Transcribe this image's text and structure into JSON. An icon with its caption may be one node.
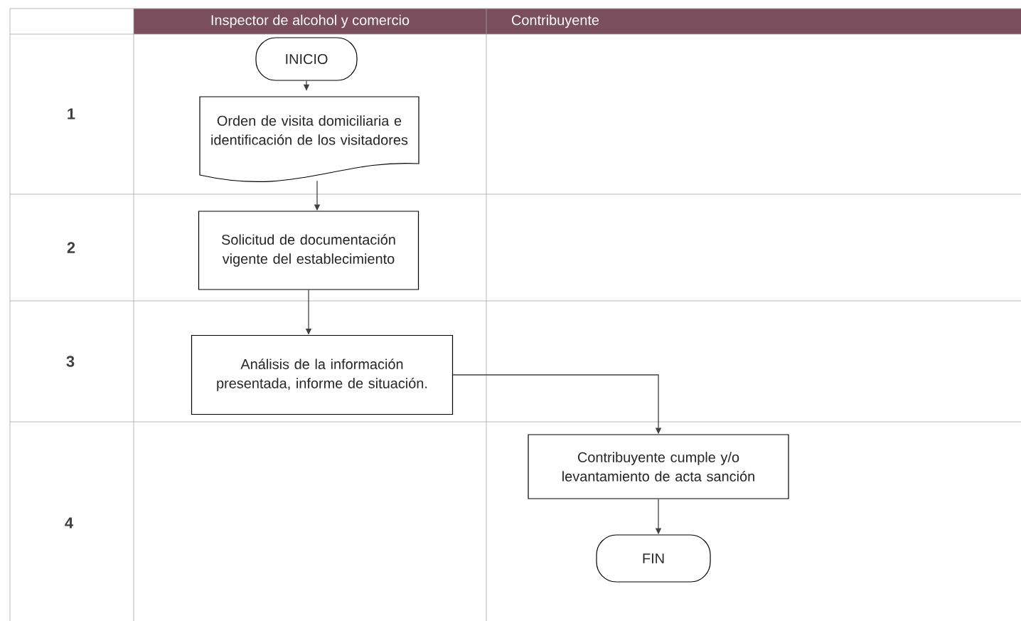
{
  "diagram": {
    "nodes": [
      {
        "text": [
          "INICIO"
        ]
      },
      {
        "text": [
          "Orden de visita domiciliaria e identificación de los visitadores"
        ]
      },
      {
        "text": [
          "Solicitud de documentación vigente del establecimiento"
        ]
      },
      {
        "text": [
          "Análisis de la información presentada, informe de situación."
        ]
      },
      {
        "text": [
          "Contribuyente cumple y/o levantamiento de acta sanción"
        ]
      },
      {
        "text": [
          "FIN"
        ]
      }
    ],
    "edges": [
      {
        "from": 0,
        "to": 1,
        "arrow": "to"
      },
      {
        "from": 1,
        "to": 2,
        "arrow": "to"
      },
      {
        "from": 2,
        "to": 3,
        "arrow": "to"
      },
      {
        "from": 3,
        "to": 4,
        "arrow": "to"
      },
      {
        "from": 4,
        "to": 5,
        "arrow": "to"
      }
    ],
    "labels": [
      "Inspector de alcohol y comercio",
      "Contribuyente",
      "1",
      "2",
      "3",
      "4"
    ]
  }
}
